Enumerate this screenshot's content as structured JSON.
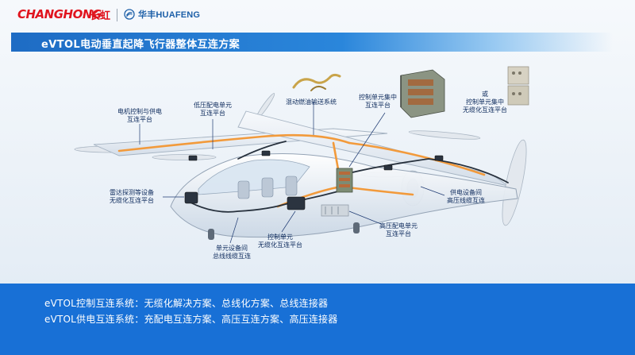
{
  "header": {
    "brand": "CHANGHONG",
    "brand_cn": "长虹",
    "partner": "华丰HUAFENG"
  },
  "title": "eVTOL电动垂直起降飞行器整体互连方案",
  "labels": {
    "motor": [
      "电机控制与供电",
      "互连平台"
    ],
    "low_voltage": [
      "低压配电单元",
      "互连平台"
    ],
    "fuel": [
      "混动燃油输送系统"
    ],
    "control_hub": [
      "控制单元集中",
      "互连平台"
    ],
    "wireless_hub": [
      "或",
      "控制单元集中",
      "无缆化互连平台"
    ],
    "radar": [
      "雷达探测等设备",
      "无缆化互连平台"
    ],
    "power_harness": [
      "供电设备间",
      "高压线缆互连"
    ],
    "high_voltage": [
      "高压配电单元",
      "互连平台"
    ],
    "control_unit": [
      "控制单元",
      "无缆化互连平台"
    ],
    "bus_harness": [
      "单元设备间",
      "总线线缆互连"
    ]
  },
  "footer": {
    "line1": "eVTOL控制互连系统：无缆化解决方案、总线化方案、总线连接器",
    "line2": "eVTOL供电互连系统：充配电互连方案、高压互连方案、高压连接器"
  },
  "colors": {
    "brand_red": "#e0141e",
    "title_blue": "#1e6cc4",
    "footer_blue": "#1870d6",
    "harness_orange": "#f29a3b"
  }
}
